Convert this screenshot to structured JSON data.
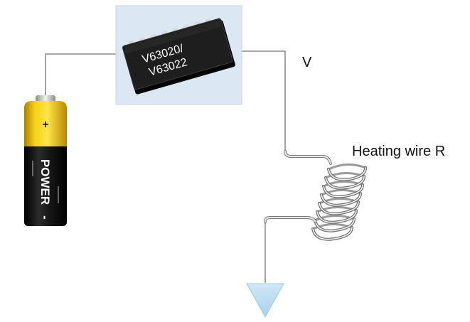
{
  "chip": {
    "line1": "V63020/",
    "line2": "V63022"
  },
  "labels": {
    "voltage": "V",
    "heating_wire": "Heating wire R"
  },
  "battery": {
    "plus_sign": "+",
    "brand": "POWER",
    "minus_sign": "-",
    "colors": {
      "top": "#f2c200",
      "body": "#141414"
    }
  },
  "colors": {
    "wire": "#8a8a8a",
    "chip_background": "#dbe8f4",
    "ground": "#bcdcf0"
  }
}
